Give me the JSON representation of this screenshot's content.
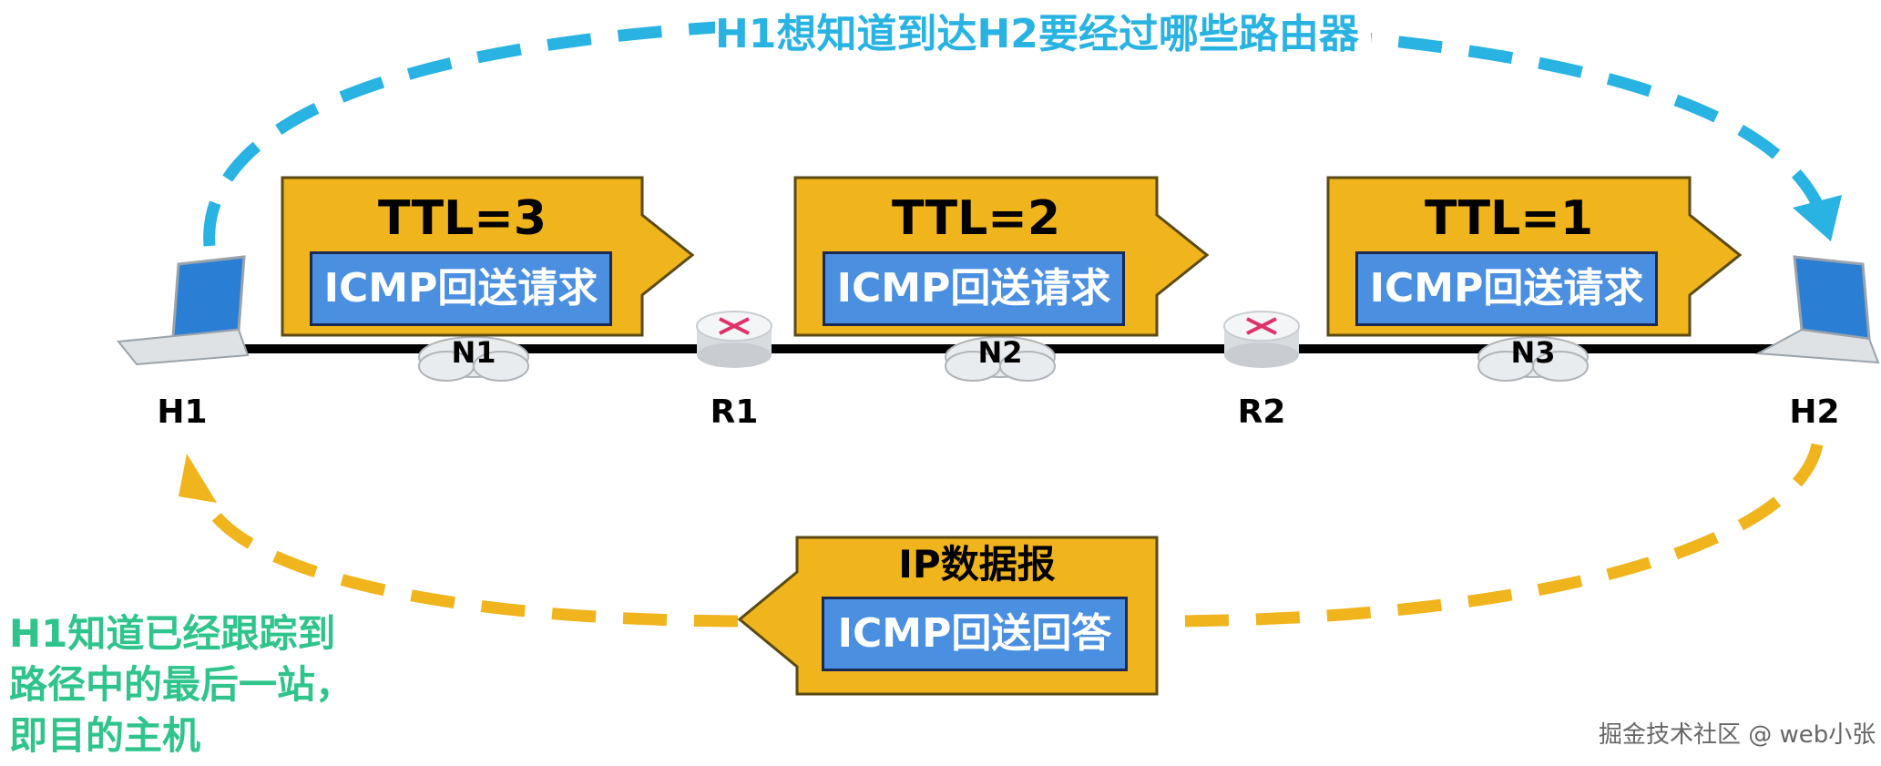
{
  "title": "H1想知道到达H2要经过哪些路由器",
  "nodes": {
    "h1": "H1",
    "r1": "R1",
    "r2": "R2",
    "h2": "H2"
  },
  "networks": [
    "N1",
    "N2",
    "N3"
  ],
  "packets": [
    {
      "ttl": "TTL=3",
      "payload": "ICMP回送请求"
    },
    {
      "ttl": "TTL=2",
      "payload": "ICMP回送请求"
    },
    {
      "ttl": "TTL=1",
      "payload": "ICMP回送请求"
    }
  ],
  "reply": {
    "header": "IP数据报",
    "payload": "ICMP回送回答"
  },
  "conclusion": [
    "H1知道已经跟踪到",
    "路径中的最后一站，",
    "即目的主机"
  ],
  "watermark": "掘金技术社区 @ web小张",
  "colors": {
    "request_path": "#29b3e3",
    "reply_path": "#f0b41c",
    "packet_fill": "#f0b41c",
    "payload_fill": "#4a8fe0",
    "conclusion_text": "#2ec48c"
  }
}
